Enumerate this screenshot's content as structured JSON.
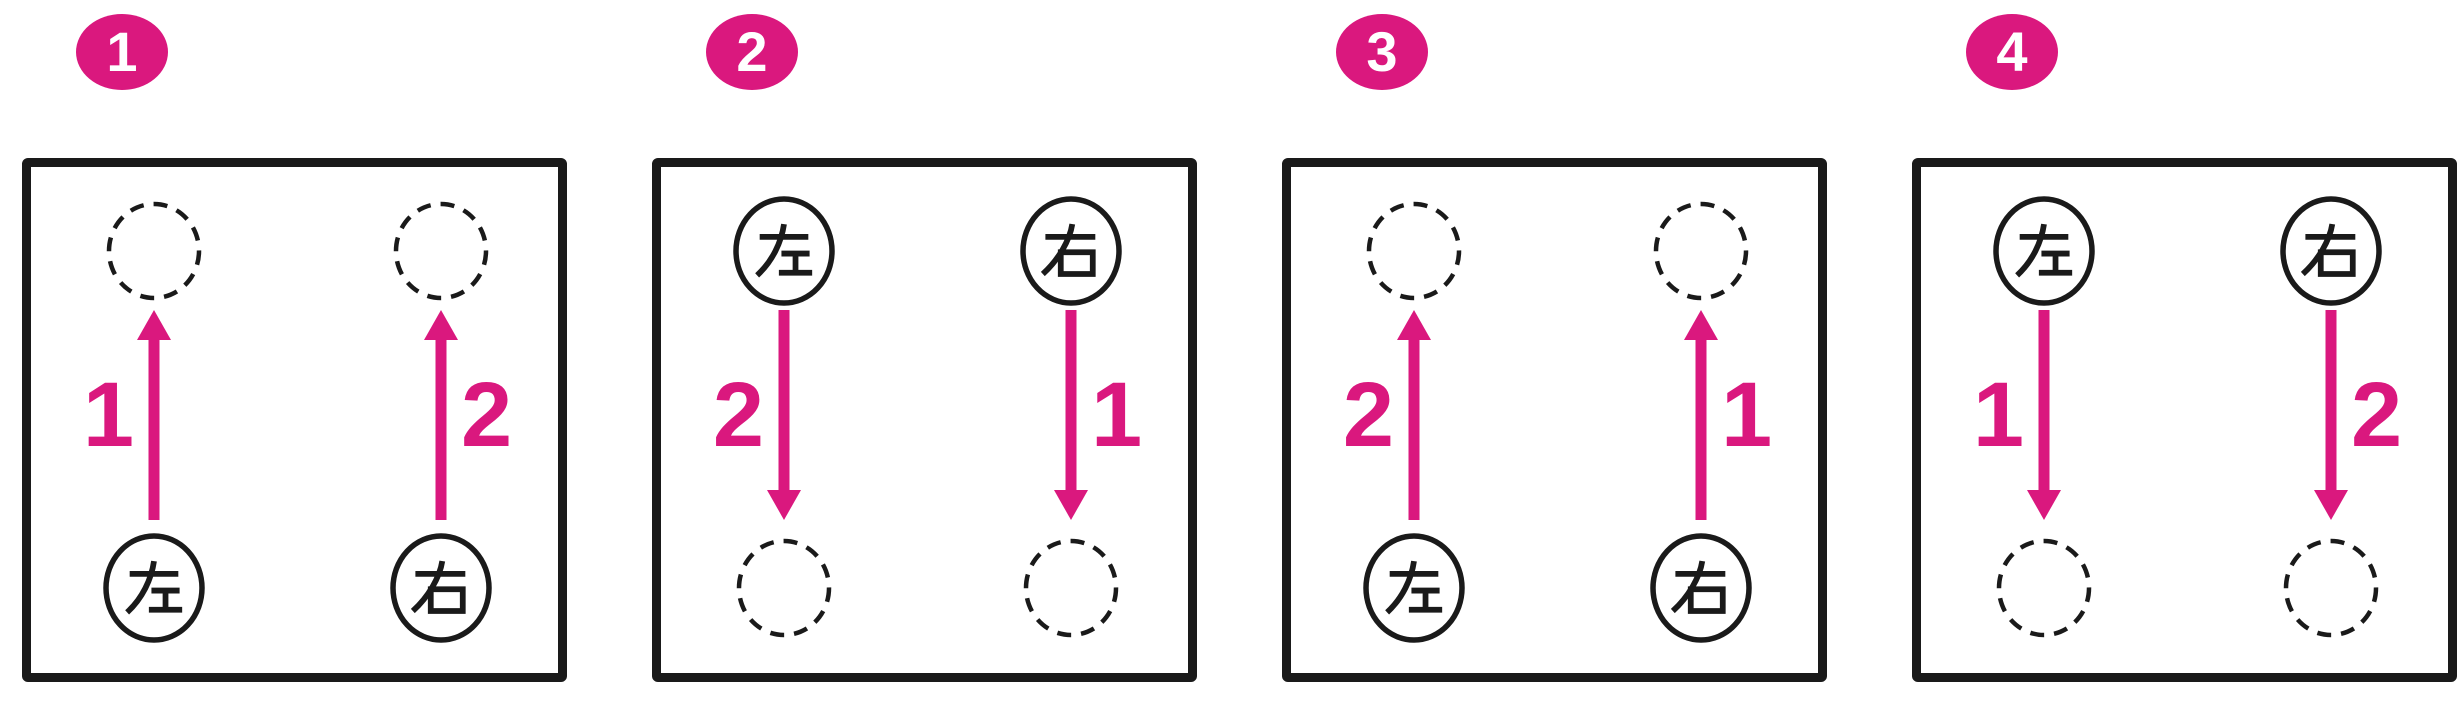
{
  "colors": {
    "accent_magenta": "#DA187E",
    "stroke_black": "#1a1a1a",
    "background": "#ffffff"
  },
  "kanji": {
    "left": "左",
    "right": "右"
  },
  "icons": {
    "kanji_left_circle": "circle containing kanji Left",
    "kanji_right_circle": "circle containing kanji Right",
    "dashed_circle": "empty dashed destination circle",
    "arrow_up": "magenta arrow pointing up",
    "arrow_down": "magenta arrow pointing down"
  },
  "panels": [
    {
      "badge": "1",
      "direction": "up",
      "left_label": "1",
      "right_label": "2"
    },
    {
      "badge": "2",
      "direction": "down",
      "left_label": "2",
      "right_label": "1"
    },
    {
      "badge": "3",
      "direction": "up",
      "left_label": "2",
      "right_label": "1"
    },
    {
      "badge": "4",
      "direction": "down",
      "left_label": "1",
      "right_label": "2"
    }
  ]
}
